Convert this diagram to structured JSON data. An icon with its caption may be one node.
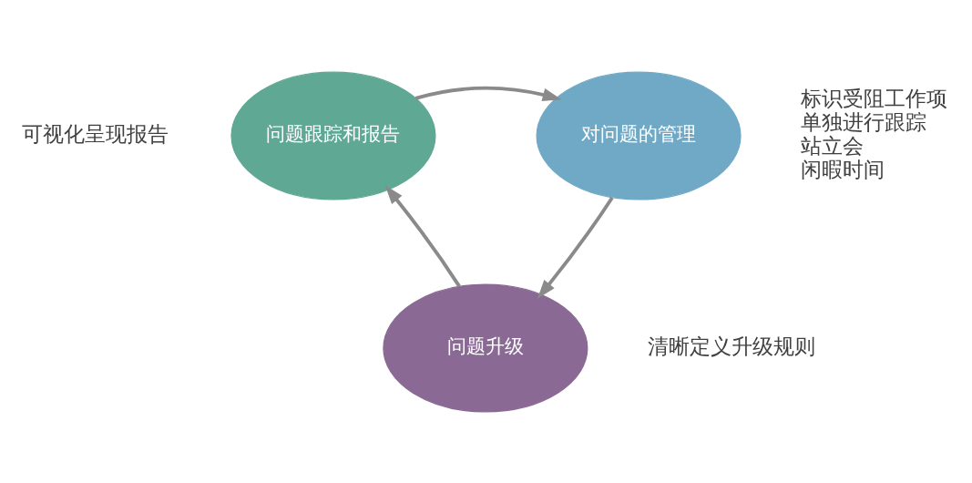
{
  "diagram": {
    "nodes": [
      {
        "text": [
          "问题跟踪和报告"
        ],
        "beside": [
          "可视化呈现报告"
        ]
      },
      {
        "text": [
          "对问题的管理"
        ],
        "beside": [
          "标识受阻工作项",
          "单独进行跟踪",
          "站立会",
          "闲暇时间"
        ]
      },
      {
        "text": [
          "问题升级"
        ],
        "beside": [
          "清晰定义升级规则"
        ]
      }
    ],
    "edges": [
      {
        "from": 0,
        "to": 1,
        "arrow": "to"
      },
      {
        "from": 1,
        "to": 2,
        "arrow": "to"
      },
      {
        "from": 2,
        "to": 0,
        "arrow": "to"
      }
    ]
  }
}
